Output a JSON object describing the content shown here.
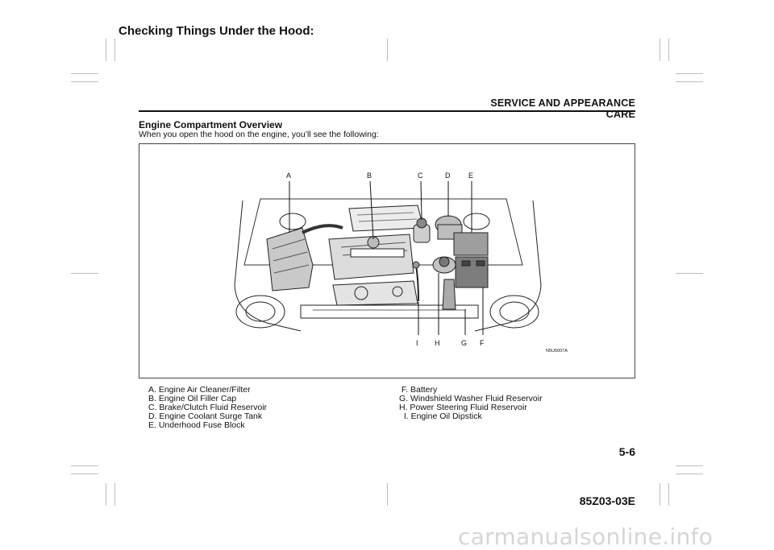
{
  "header": {
    "title": "Checking Things Under the Hood:"
  },
  "section": {
    "title": "SERVICE AND APPEARANCE CARE"
  },
  "content": {
    "subtitle": "Engine Compartment Overview",
    "intro": "When you open the hood on the engine, you’ll see the following:"
  },
  "figure": {
    "code": "N5U5007A",
    "callouts_top": [
      "A",
      "B",
      "C",
      "D",
      "E"
    ],
    "callouts_bottom": [
      "I",
      "H",
      "G",
      "F"
    ]
  },
  "legend": {
    "left": [
      "A. Engine Air Cleaner/Filter",
      "B. Engine Oil Filler Cap",
      "C. Brake/Clutch Fluid Reservoir",
      "D. Engine Coolant Surge Tank",
      "E. Underhood Fuse Block"
    ],
    "right": [
      " F. Battery",
      "G. Windshield Washer Fluid Reservoir",
      "H. Power Steering Fluid Reservoir",
      "  I. Engine Oil Dipstick"
    ]
  },
  "footer": {
    "page_number": "5-6",
    "doc_code": "85Z03-03E",
    "watermark": "carmanualsonline.info"
  }
}
